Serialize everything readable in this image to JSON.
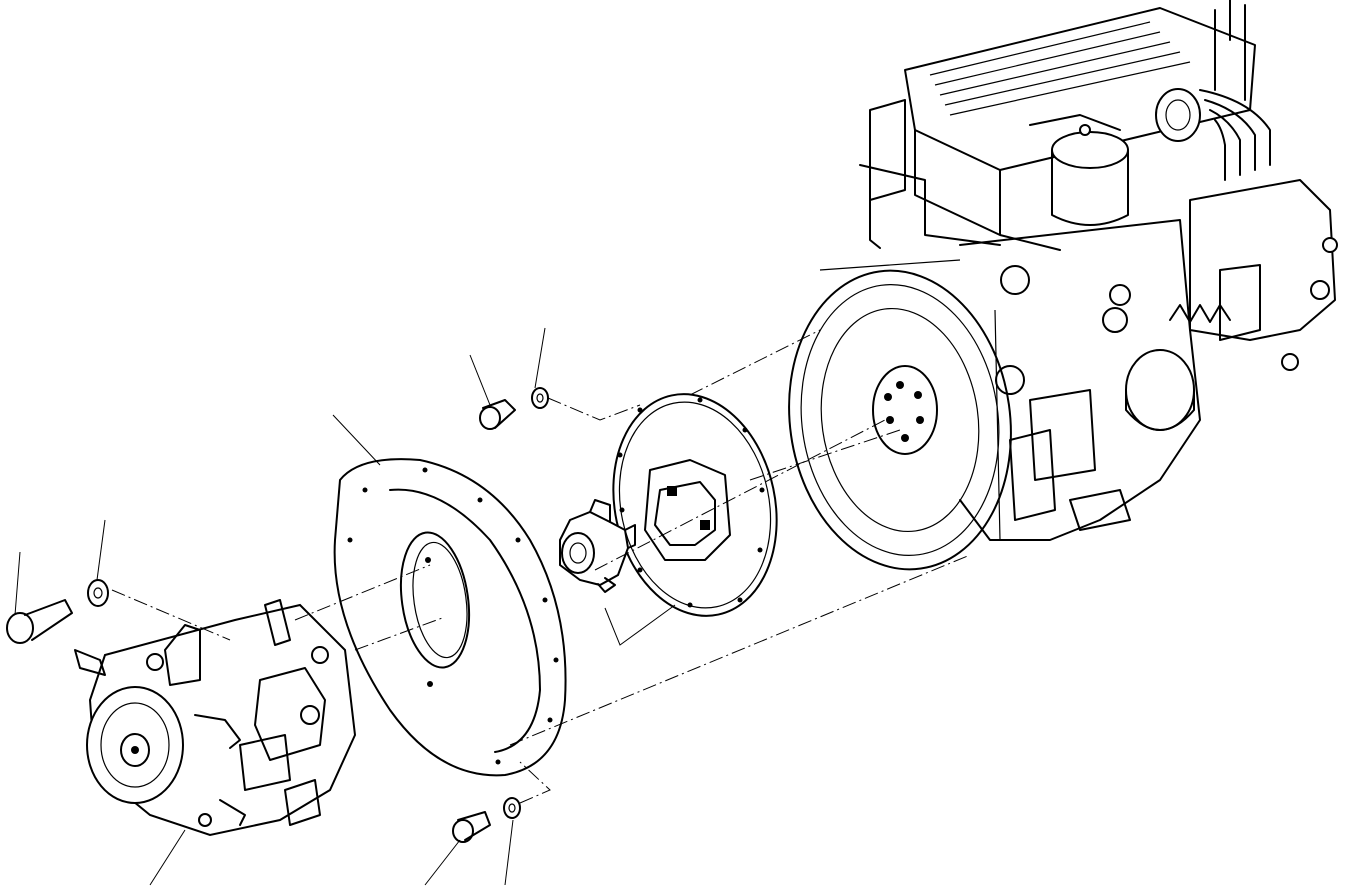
{
  "drawing": {
    "type": "exploded-assembly",
    "components": [
      {
        "id": "engine",
        "icon": "engine-icon"
      },
      {
        "id": "flywheel",
        "icon": "flywheel-icon"
      },
      {
        "id": "coupling-plate",
        "icon": "coupling-plate-icon"
      },
      {
        "id": "coupling-hub",
        "icon": "coupling-hub-icon"
      },
      {
        "id": "flywheel-housing",
        "icon": "housing-icon"
      },
      {
        "id": "hydraulic-pump",
        "icon": "pump-icon"
      },
      {
        "id": "bolt",
        "icon": "bolt-icon"
      },
      {
        "id": "washer",
        "icon": "washer-icon"
      }
    ],
    "callout_count": 9
  }
}
